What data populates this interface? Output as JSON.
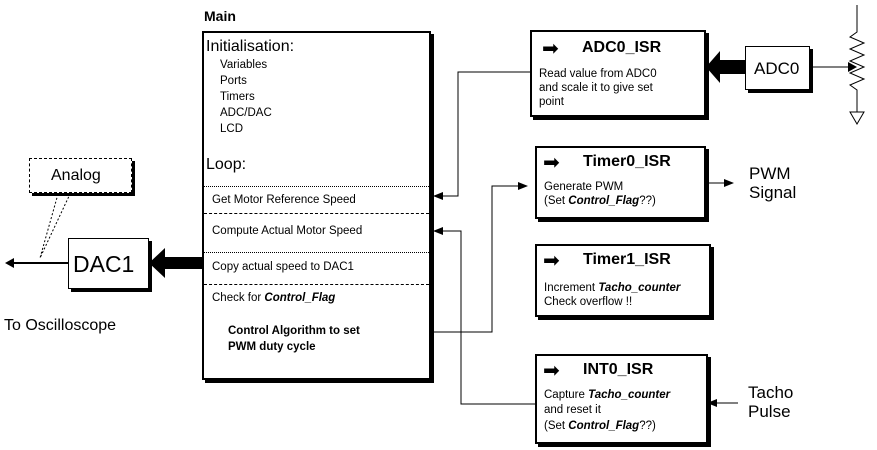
{
  "main": {
    "title": "Main",
    "init_heading": "Initialisation:",
    "init_items": [
      "Variables",
      "Ports",
      "Timers",
      "ADC/DAC",
      "LCD"
    ],
    "loop_heading": "Loop:",
    "steps": [
      "Get Motor Reference Speed",
      "Compute Actual Motor Speed",
      "Copy actual speed to DAC1",
      "Check for"
    ],
    "check_flag": "Control_Flag",
    "control_line1": "Control Algorithm to set",
    "control_line2": "PWM duty cycle"
  },
  "isrs": {
    "adc0": {
      "title": "ADC0_ISR",
      "lines": [
        "Read value from ADC0",
        "and scale it to give set",
        "point"
      ]
    },
    "timer0": {
      "title": "Timer0_ISR",
      "line1": "Generate PWM",
      "line2_pre": "(Set ",
      "line2_em": "Control_Flag",
      "line2_post": "??)"
    },
    "timer1": {
      "title": "Timer1_ISR",
      "line1_pre": "Increment ",
      "line1_em": "Tacho_counter",
      "line2": "Check overflow !!"
    },
    "int0": {
      "title": "INT0_ISR",
      "line1_pre": "Capture ",
      "line1_em": "Tacho_counter",
      "line2": "and reset it",
      "line3_pre": "(Set ",
      "line3_em": "Control_Flag",
      "line3_post": "??)"
    }
  },
  "peripherals": {
    "adc0": "ADC0",
    "dac1": "DAC1",
    "analog": "Analog"
  },
  "signals": {
    "pwm_line1": "PWM",
    "pwm_line2": "Signal",
    "tacho_line1": "Tacho",
    "tacho_line2": "Pulse",
    "oscilloscope": "To Oscilloscope"
  }
}
